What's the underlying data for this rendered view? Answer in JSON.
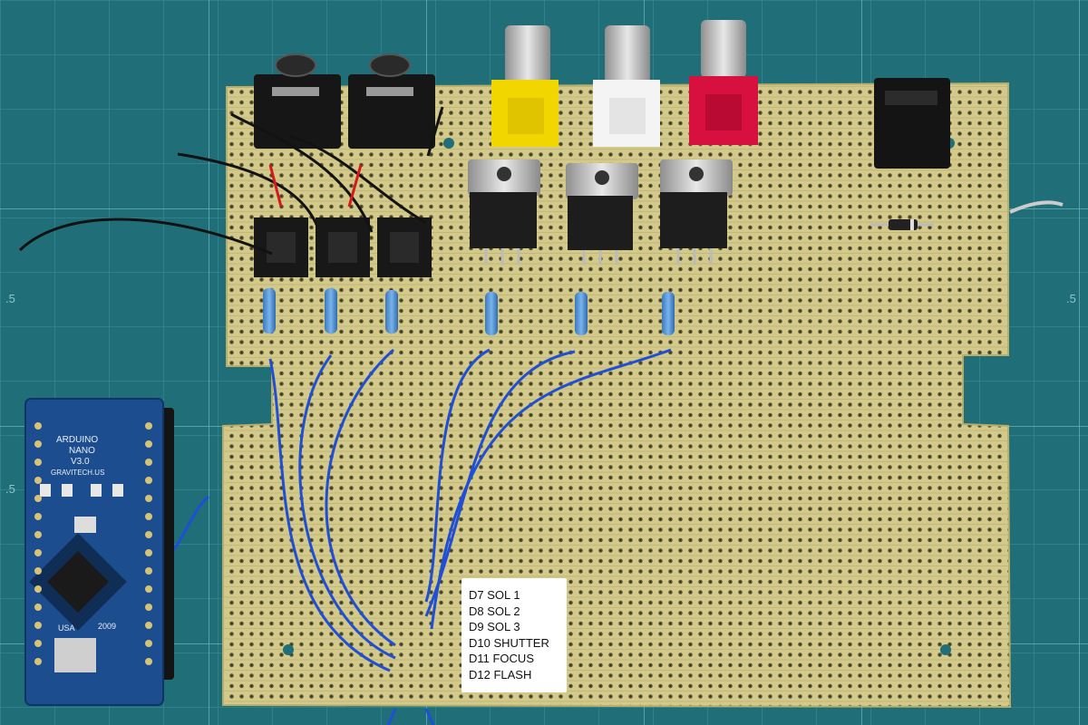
{
  "image": {
    "subject": "stripboard",
    "colors": {
      "mat": "#1f6e78",
      "mat_grid": "#5fb3bb",
      "board": "#d6cc8c",
      "copper_hole": "#6d6a46",
      "wire_blue": "#1f4fd6",
      "wire_black": "#111111",
      "wire_red": "#d41a1a",
      "rca_yellow": "#f2d600",
      "rca_white": "#f2f2f2",
      "rca_red": "#d8103f",
      "arduino_blue": "#1c4e8f"
    }
  },
  "arduino": {
    "brand": "ARDUINO",
    "model": "NANO",
    "version": "V3.0",
    "maker": "GRAVITECH.US",
    "country": "USA",
    "year": "2009"
  },
  "label_card": {
    "lines": [
      "D7 SOL 1",
      "D8 SOL 2",
      "D9 SOL 3",
      "D10 SHUTTER",
      "D11 FOCUS",
      "D12 FLASH"
    ]
  },
  "mat_ticks": [
    ".5",
    ".5",
    ".5"
  ]
}
